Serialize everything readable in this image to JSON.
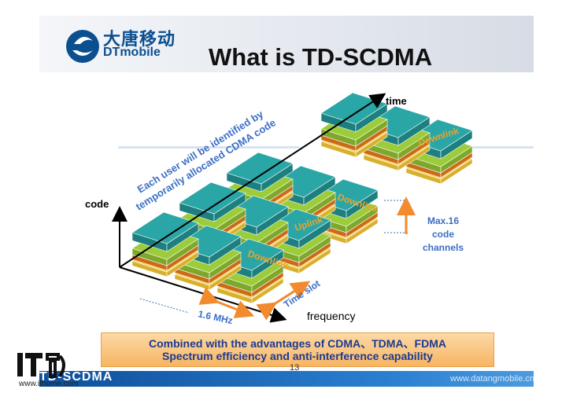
{
  "header": {
    "logo_cn": "大唐移动",
    "logo_en": "DTmobile",
    "title": "What is TD-SCDMA"
  },
  "diagram": {
    "axis_code": "code",
    "axis_time": "time",
    "axis_frequency": "frequency",
    "note_line1": "Each user will be identified by",
    "note_line2": "temporarily allocated CDMA code",
    "slot_labels": [
      "Downlink",
      "Downlink",
      "Uplink",
      "Downlink"
    ],
    "time_slot_label": "Time slot",
    "bandwidth_label": "1.6 MHz",
    "max_codes_line1": "Max.16",
    "max_codes_line2": "code",
    "max_codes_line3": "channels",
    "colors": {
      "teal": "#2aa6a6",
      "green": "#9ccc3a",
      "orange": "#f28a2e",
      "yellow": "#f6d24a",
      "blue_text": "#3b6fc4",
      "gold_text": "#e6a531"
    }
  },
  "banner": {
    "line1": "Combined with the advantages of CDMA、TDMA、FDMA",
    "line2": "Spectrum efficiency and anti-interference capability"
  },
  "footer": {
    "page_number": "13",
    "brand": "TD-SCDMA",
    "url": "www.datangmobile.cn",
    "watermark_url": "www.ithome.com"
  }
}
